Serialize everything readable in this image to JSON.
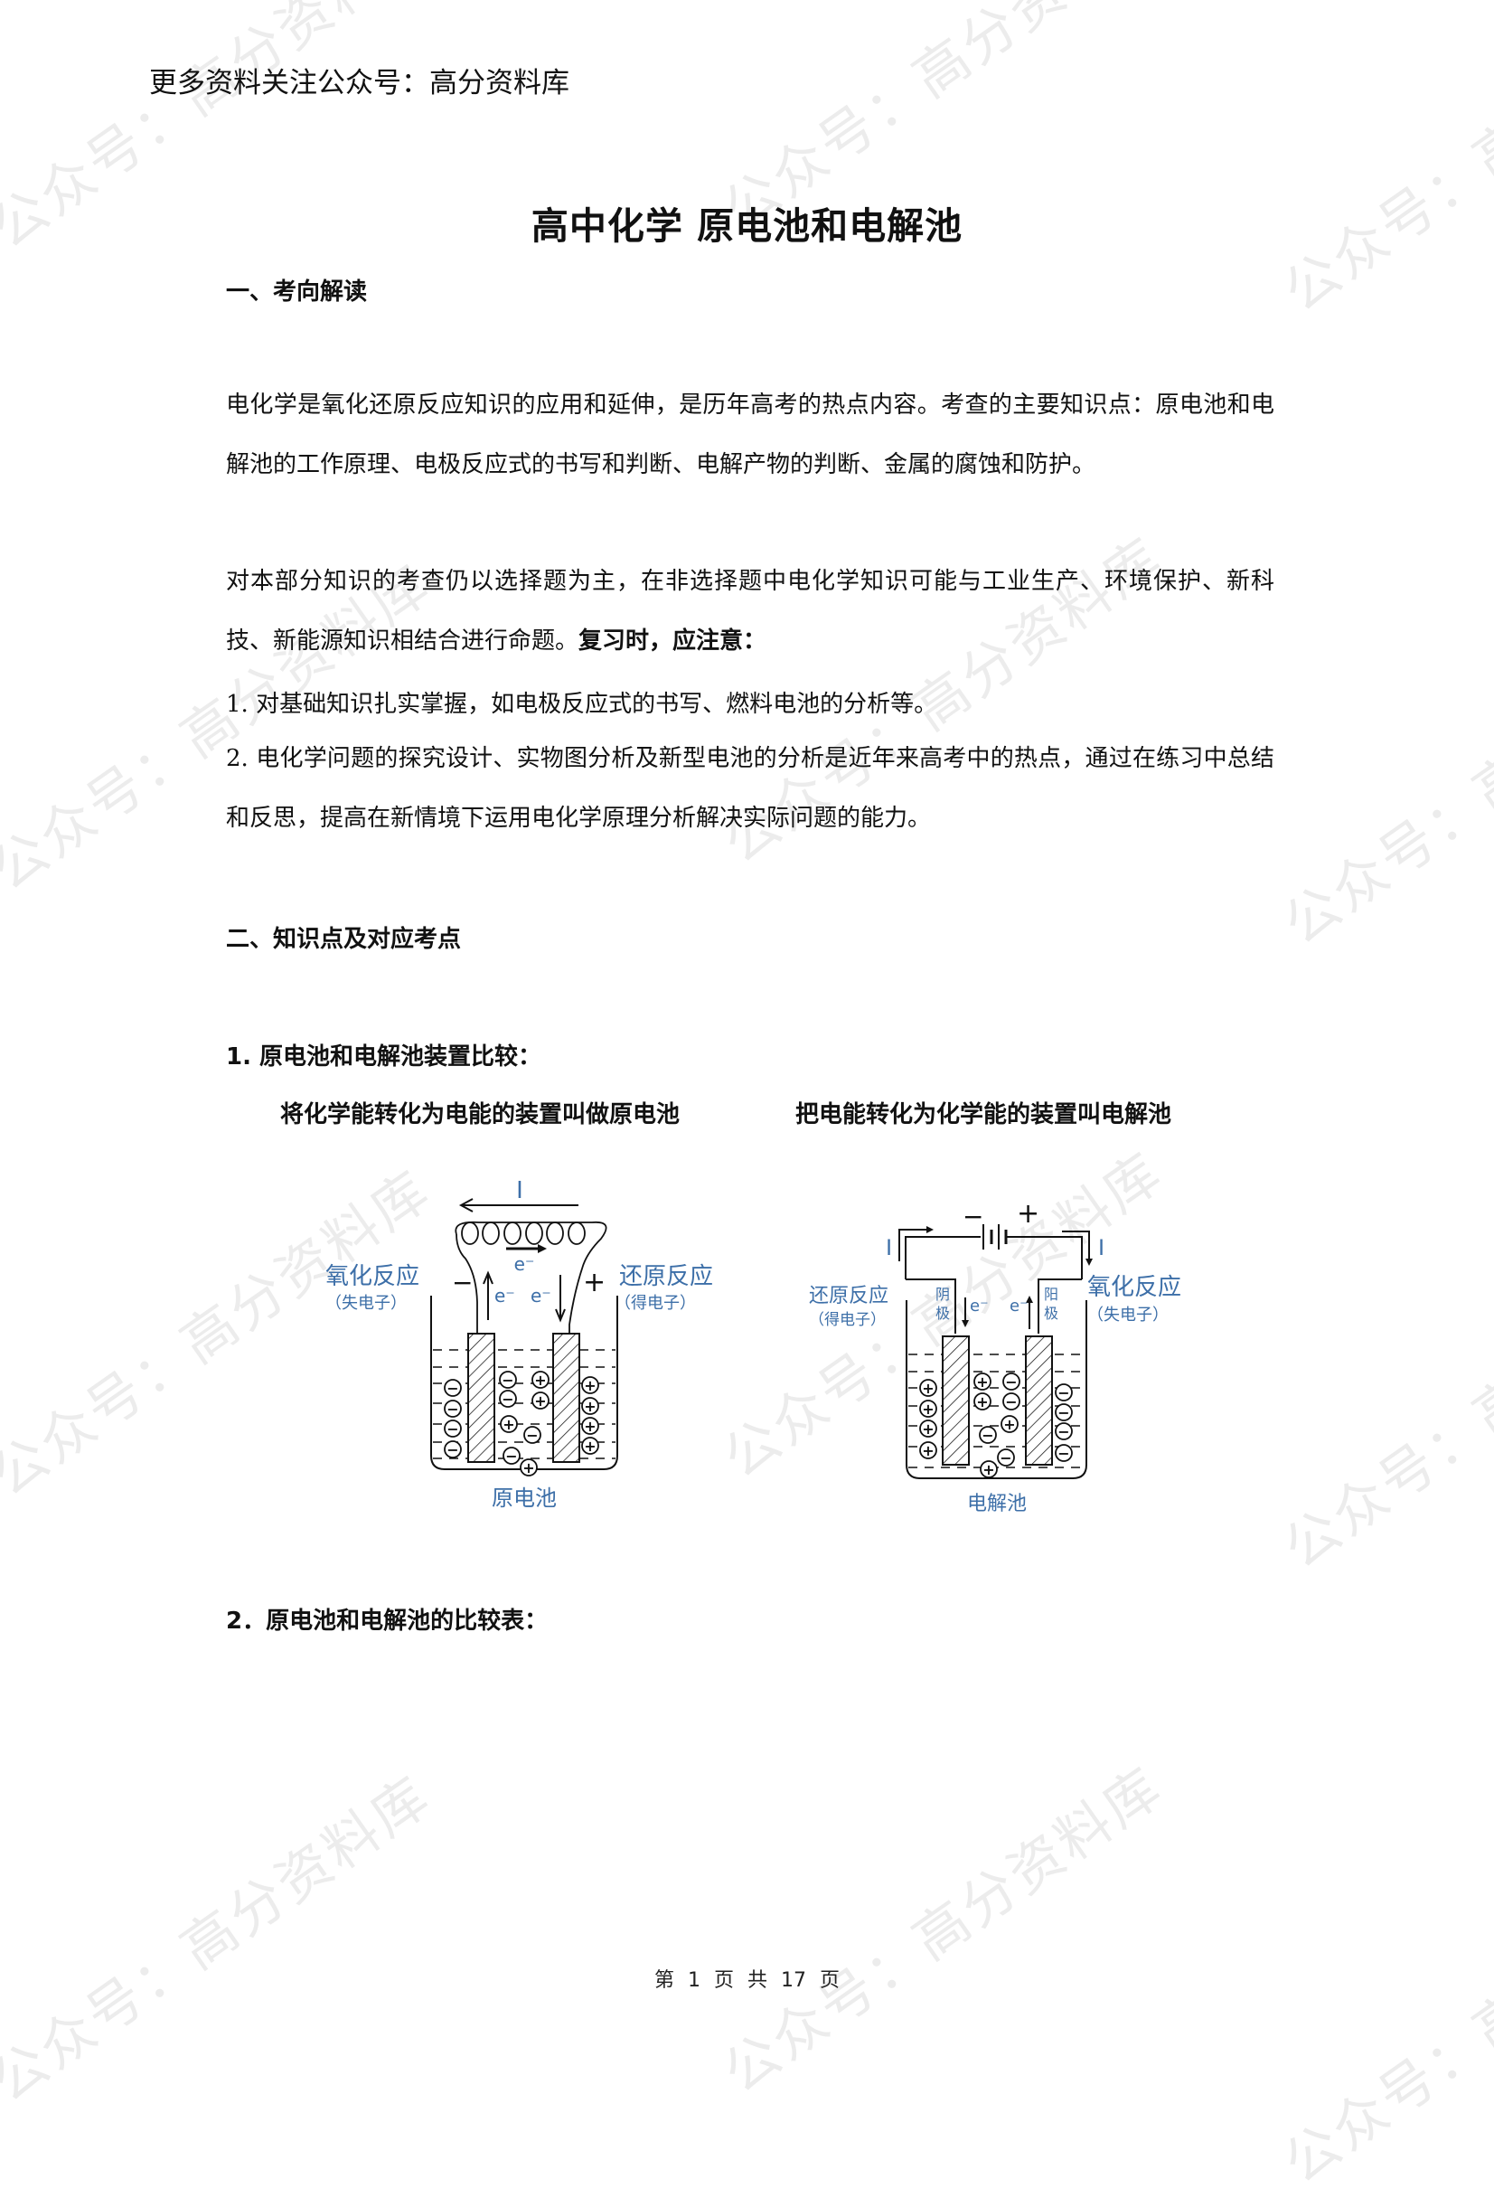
{
  "header": {
    "banner": "更多资料关注公众号：高分资料库"
  },
  "watermark": {
    "text": "公众号：高分资料库",
    "color": "#ececec"
  },
  "document": {
    "title": "高中化学 原电池和电解池",
    "section1": {
      "heading": "一、考向解读",
      "paragraph1": "电化学是氧化还原反应知识的应用和延伸，是历年高考的热点内容。考查的主要知识点：原电池和电解池的工作原理、电极反应式的书写和判断、电解产物的判断、金属的腐蚀和防护。",
      "paragraph2_normal": "对本部分知识的考查仍以选择题为主，在非选择题中电化学知识可能与工业生产、环境保护、新科技、新能源知识相结合进行命题。",
      "paragraph2_bold": "复习时，应注意：",
      "point1": "1. 对基础知识扎实掌握，如电极反应式的书写、燃料电池的分析等。",
      "point2": "2. 电化学问题的探究设计、实物图分析及新型电池的分析是近年来高考中的热点，通过在练习中总结和反思，提高在新情境下运用电化学原理分析解决实际问题的能力。"
    },
    "section2": {
      "heading": "二、知识点及对应考点",
      "sub1": {
        "heading": "1. 原电池和电解池装置比较：",
        "caption_left": "将化学能转化为电能的装置叫做原电池",
        "caption_right": "把电能转化为化学能的装置叫电解池"
      },
      "sub2": {
        "heading": "2．原电池和电解池的比较表："
      }
    }
  },
  "diagrams": {
    "galvanic": {
      "current_label": "I",
      "left_label": "氧化反应",
      "left_sub": "（失电子）",
      "right_label": "还原反应",
      "right_sub": "（得电子）",
      "neg_sign": "−",
      "pos_sign": "+",
      "electron": "e⁻",
      "caption": "原电池",
      "label_color": "#3d6fa8"
    },
    "electrolytic": {
      "current_label": "I",
      "left_label": "还原反应",
      "left_sub": "（得电子）",
      "right_label": "氧化反应",
      "right_sub": "（失电子）",
      "cathode_1": "阴",
      "cathode_2": "极",
      "anode_1": "阳",
      "anode_2": "极",
      "neg_sign": "−",
      "pos_sign": "+",
      "electron": "e⁻",
      "caption": "电解池",
      "label_color": "#3d6fa8"
    }
  },
  "footer": {
    "page_text": "第 1 页 共 17 页",
    "current_page": "1",
    "total_pages": "17"
  }
}
